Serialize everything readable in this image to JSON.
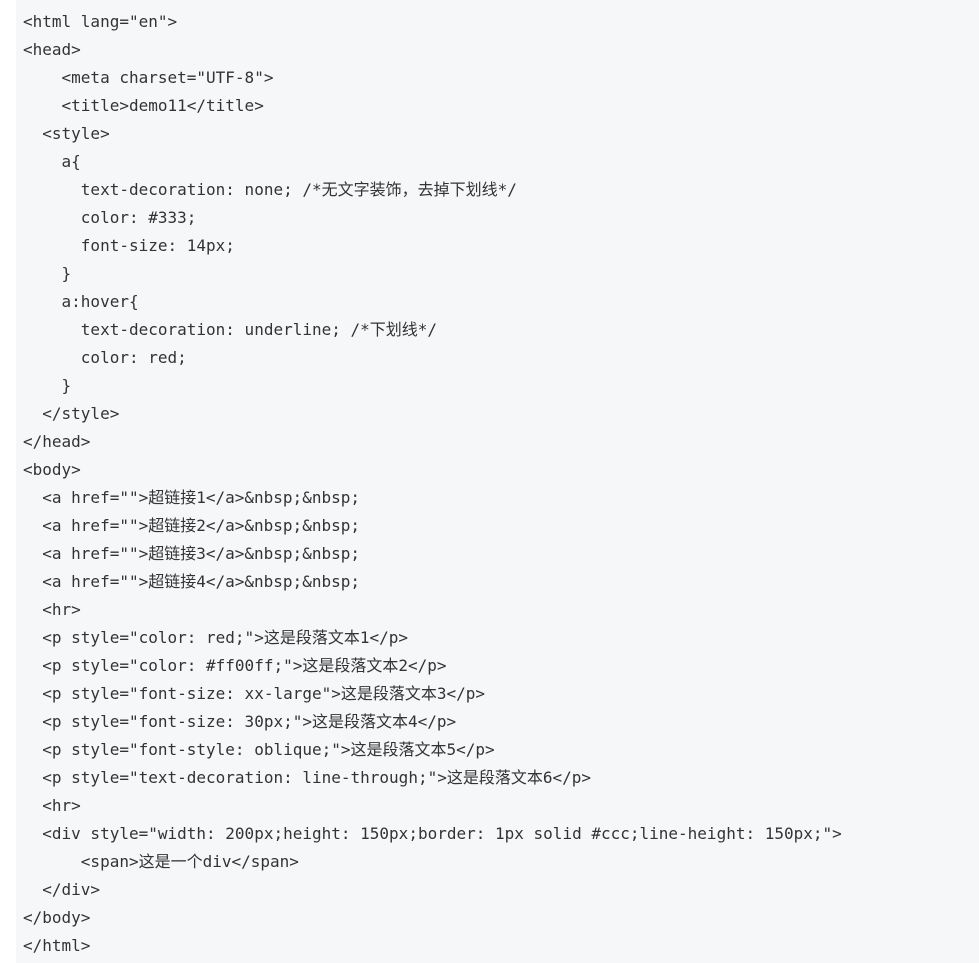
{
  "code": {
    "lines": [
      "<html lang=\"en\">",
      "<head>",
      "    <meta charset=\"UTF-8\">",
      "    <title>demo11</title>",
      "  <style>",
      "    a{",
      "      text-decoration: none; /*无文字装饰，去掉下划线*/",
      "      color: #333;",
      "      font-size: 14px;",
      "    }",
      "    a:hover{",
      "      text-decoration: underline; /*下划线*/",
      "      color: red;",
      "    }",
      "  </style>",
      "</head>",
      "<body>",
      "  <a href=\"\">超链接1</a>&nbsp;&nbsp;",
      "  <a href=\"\">超链接2</a>&nbsp;&nbsp;",
      "  <a href=\"\">超链接3</a>&nbsp;&nbsp;",
      "  <a href=\"\">超链接4</a>&nbsp;&nbsp;",
      "  <hr>",
      "  <p style=\"color: red;\">这是段落文本1</p>",
      "  <p style=\"color: #ff00ff;\">这是段落文本2</p>",
      "  <p style=\"font-size: xx-large\">这是段落文本3</p>",
      "  <p style=\"font-size: 30px;\">这是段落文本4</p>",
      "  <p style=\"font-style: oblique;\">这是段落文本5</p>",
      "  <p style=\"text-decoration: line-through;\">这是段落文本6</p>",
      "  <hr>",
      "  <div style=\"width: 200px;height: 150px;border: 1px solid #ccc;line-height: 150px;\">",
      "      <span>这是一个div</span>",
      "  </div>",
      "</body>",
      "</html>"
    ]
  }
}
